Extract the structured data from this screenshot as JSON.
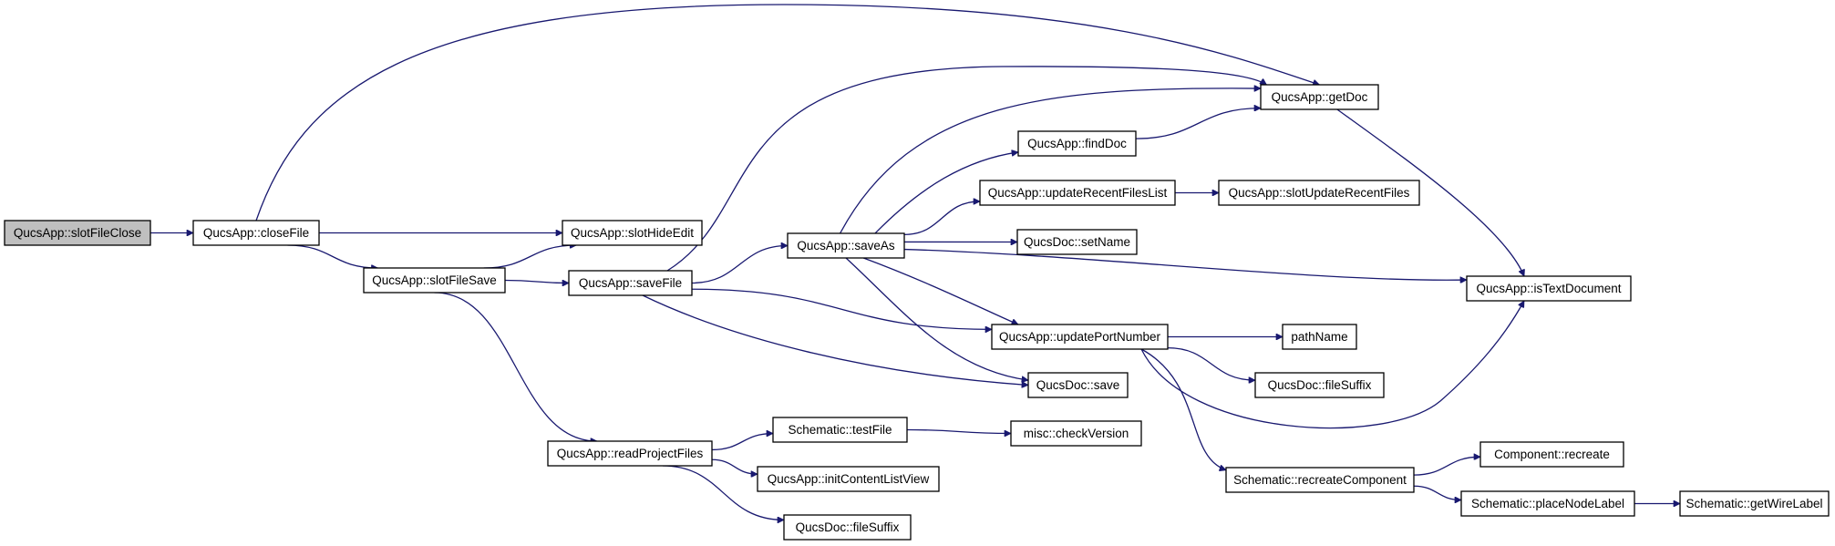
{
  "graph": {
    "edge_color": "#191970",
    "root_fill": "#bfbfbf",
    "nodes": [
      {
        "id": "slotFileClose",
        "label": "QucsApp::slotFileClose",
        "root": true
      },
      {
        "id": "closeFile",
        "label": "QucsApp::closeFile"
      },
      {
        "id": "slotHideEdit",
        "label": "QucsApp::slotHideEdit"
      },
      {
        "id": "slotFileSave",
        "label": "QucsApp::slotFileSave"
      },
      {
        "id": "saveFile",
        "label": "QucsApp::saveFile"
      },
      {
        "id": "readProjectFiles",
        "label": "QucsApp::readProjectFiles"
      },
      {
        "id": "saveAs",
        "label": "QucsApp::saveAs"
      },
      {
        "id": "getDoc",
        "label": "QucsApp::getDoc"
      },
      {
        "id": "findDoc",
        "label": "QucsApp::findDoc"
      },
      {
        "id": "updateRecentFilesList",
        "label": "QucsApp::updateRecentFilesList"
      },
      {
        "id": "slotUpdateRecentFiles",
        "label": "QucsApp::slotUpdateRecentFiles"
      },
      {
        "id": "setName",
        "label": "QucsDoc::setName"
      },
      {
        "id": "isTextDocument",
        "label": "QucsApp::isTextDocument"
      },
      {
        "id": "updatePortNumber",
        "label": "QucsApp::updatePortNumber"
      },
      {
        "id": "pathName",
        "label": "pathName"
      },
      {
        "id": "fileSuffix1",
        "label": "QucsDoc::fileSuffix"
      },
      {
        "id": "save",
        "label": "QucsDoc::save"
      },
      {
        "id": "testFile",
        "label": "Schematic::testFile"
      },
      {
        "id": "checkVersion",
        "label": "misc::checkVersion"
      },
      {
        "id": "initContentListView",
        "label": "QucsApp::initContentListView"
      },
      {
        "id": "fileSuffix2",
        "label": "QucsDoc::fileSuffix"
      },
      {
        "id": "recreateComponent",
        "label": "Schematic::recreateComponent"
      },
      {
        "id": "recreate",
        "label": "Component::recreate"
      },
      {
        "id": "placeNodeLabel",
        "label": "Schematic::placeNodeLabel"
      },
      {
        "id": "getWireLabel",
        "label": "Schematic::getWireLabel"
      }
    ],
    "edges": [
      {
        "from": "slotFileClose",
        "to": "closeFile"
      },
      {
        "from": "closeFile",
        "to": "getDoc"
      },
      {
        "from": "closeFile",
        "to": "slotHideEdit"
      },
      {
        "from": "closeFile",
        "to": "slotFileSave"
      },
      {
        "from": "slotFileSave",
        "to": "slotHideEdit"
      },
      {
        "from": "slotFileSave",
        "to": "saveFile"
      },
      {
        "from": "slotFileSave",
        "to": "readProjectFiles"
      },
      {
        "from": "saveFile",
        "to": "getDoc"
      },
      {
        "from": "saveFile",
        "to": "saveAs"
      },
      {
        "from": "saveFile",
        "to": "updatePortNumber"
      },
      {
        "from": "saveFile",
        "to": "save"
      },
      {
        "from": "saveAs",
        "to": "getDoc"
      },
      {
        "from": "saveAs",
        "to": "findDoc"
      },
      {
        "from": "saveAs",
        "to": "updateRecentFilesList"
      },
      {
        "from": "saveAs",
        "to": "setName"
      },
      {
        "from": "saveAs",
        "to": "isTextDocument"
      },
      {
        "from": "saveAs",
        "to": "updatePortNumber"
      },
      {
        "from": "saveAs",
        "to": "save"
      },
      {
        "from": "findDoc",
        "to": "getDoc"
      },
      {
        "from": "getDoc",
        "to": "isTextDocument"
      },
      {
        "from": "updateRecentFilesList",
        "to": "slotUpdateRecentFiles"
      },
      {
        "from": "updatePortNumber",
        "to": "pathName"
      },
      {
        "from": "updatePortNumber",
        "to": "fileSuffix1"
      },
      {
        "from": "updatePortNumber",
        "to": "isTextDocument"
      },
      {
        "from": "updatePortNumber",
        "to": "recreateComponent"
      },
      {
        "from": "readProjectFiles",
        "to": "testFile"
      },
      {
        "from": "readProjectFiles",
        "to": "initContentListView"
      },
      {
        "from": "readProjectFiles",
        "to": "fileSuffix2"
      },
      {
        "from": "testFile",
        "to": "checkVersion"
      },
      {
        "from": "recreateComponent",
        "to": "recreate"
      },
      {
        "from": "recreateComponent",
        "to": "placeNodeLabel"
      },
      {
        "from": "placeNodeLabel",
        "to": "getWireLabel"
      }
    ]
  }
}
